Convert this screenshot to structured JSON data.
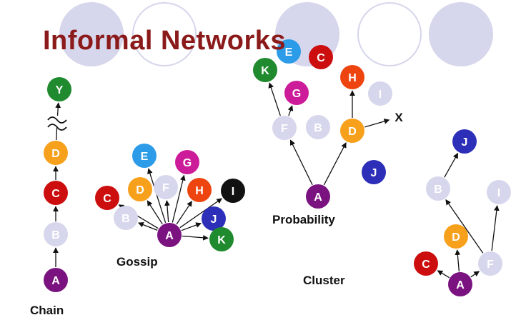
{
  "title": "Informal Networks",
  "labels": {
    "chain": "Chain",
    "gossip": "Gossip",
    "probability": "Probability",
    "cluster": "Cluster"
  },
  "colors": {
    "title": "#8b1a1a",
    "decor_fill": "#d6d6ec",
    "A": "#7a1280",
    "B": "#d6d6ec",
    "C": "#cc0e0e",
    "D": "#f7a01b",
    "E": "#2c9be8",
    "F": "#d6d6ec",
    "G": "#cc1c9a",
    "H": "#ee4410",
    "I_light": "#d6d6ec",
    "I_dark": "#111111",
    "J": "#2d2fb8",
    "K": "#1f8a2e",
    "Y": "#1f8a2e"
  },
  "networks": {
    "chain": {
      "nodes": [
        {
          "id": "A",
          "text": "A",
          "color": "#7a1280"
        },
        {
          "id": "B",
          "text": "B",
          "color": "#d6d6ec"
        },
        {
          "id": "C",
          "text": "C",
          "color": "#cc0e0e"
        },
        {
          "id": "D",
          "text": "D",
          "color": "#f7a01b"
        },
        {
          "id": "Y",
          "text": "Y",
          "color": "#1f8a2e"
        }
      ],
      "edges": [
        [
          "A",
          "B"
        ],
        [
          "B",
          "C"
        ],
        [
          "C",
          "D"
        ],
        [
          "D",
          "break"
        ],
        [
          "break",
          "Y"
        ]
      ]
    },
    "gossip": {
      "nodes": [
        {
          "id": "A",
          "text": "A",
          "color": "#7a1280"
        },
        {
          "id": "B",
          "text": "B",
          "color": "#d6d6ec"
        },
        {
          "id": "C",
          "text": "C",
          "color": "#cc0e0e"
        },
        {
          "id": "D",
          "text": "D",
          "color": "#f7a01b"
        },
        {
          "id": "E",
          "text": "E",
          "color": "#2c9be8"
        },
        {
          "id": "F",
          "text": "F",
          "color": "#d6d6ec"
        },
        {
          "id": "G",
          "text": "G",
          "color": "#cc1c9a"
        },
        {
          "id": "H",
          "text": "H",
          "color": "#ee4410"
        },
        {
          "id": "I",
          "text": "I",
          "color": "#111111"
        },
        {
          "id": "J",
          "text": "J",
          "color": "#2d2fb8"
        },
        {
          "id": "K",
          "text": "K",
          "color": "#1f8a2e"
        }
      ],
      "edges": [
        [
          "A",
          "B"
        ],
        [
          "A",
          "C"
        ],
        [
          "A",
          "D"
        ],
        [
          "A",
          "E"
        ],
        [
          "A",
          "F"
        ],
        [
          "A",
          "G"
        ],
        [
          "A",
          "H"
        ],
        [
          "A",
          "I"
        ],
        [
          "A",
          "J"
        ],
        [
          "A",
          "K"
        ]
      ]
    },
    "probability": {
      "nodes": [
        {
          "id": "A",
          "text": "A",
          "color": "#7a1280"
        },
        {
          "id": "F",
          "text": "F",
          "color": "#d6d6ec"
        },
        {
          "id": "D",
          "text": "D",
          "color": "#f7a01b"
        },
        {
          "id": "K",
          "text": "K",
          "color": "#1f8a2e"
        },
        {
          "id": "G",
          "text": "G",
          "color": "#cc1c9a"
        },
        {
          "id": "H",
          "text": "H",
          "color": "#ee4410"
        },
        {
          "id": "E",
          "text": "E",
          "color": "#2c9be8"
        },
        {
          "id": "C",
          "text": "C",
          "color": "#cc0e0e"
        },
        {
          "id": "B",
          "text": "B",
          "color": "#d6d6ec"
        },
        {
          "id": "I",
          "text": "I",
          "color": "#d6d6ec"
        },
        {
          "id": "J",
          "text": "J",
          "color": "#2d2fb8"
        },
        {
          "id": "X",
          "text": "X",
          "color": ""
        }
      ],
      "edges": [
        [
          "A",
          "F"
        ],
        [
          "A",
          "D"
        ],
        [
          "F",
          "K"
        ],
        [
          "F",
          "G"
        ],
        [
          "D",
          "H"
        ],
        [
          "D",
          "X"
        ]
      ]
    },
    "cluster": {
      "nodes": [
        {
          "id": "A",
          "text": "A",
          "color": "#7a1280"
        },
        {
          "id": "B",
          "text": "B",
          "color": "#d6d6ec"
        },
        {
          "id": "C",
          "text": "C",
          "color": "#cc0e0e"
        },
        {
          "id": "D",
          "text": "D",
          "color": "#f7a01b"
        },
        {
          "id": "F",
          "text": "F",
          "color": "#d6d6ec"
        },
        {
          "id": "I",
          "text": "I",
          "color": "#d6d6ec"
        },
        {
          "id": "J",
          "text": "J",
          "color": "#2d2fb8"
        }
      ],
      "edges": [
        [
          "A",
          "C"
        ],
        [
          "A",
          "D"
        ],
        [
          "A",
          "F"
        ],
        [
          "F",
          "B"
        ],
        [
          "F",
          "I"
        ],
        [
          "B",
          "J"
        ]
      ]
    }
  }
}
